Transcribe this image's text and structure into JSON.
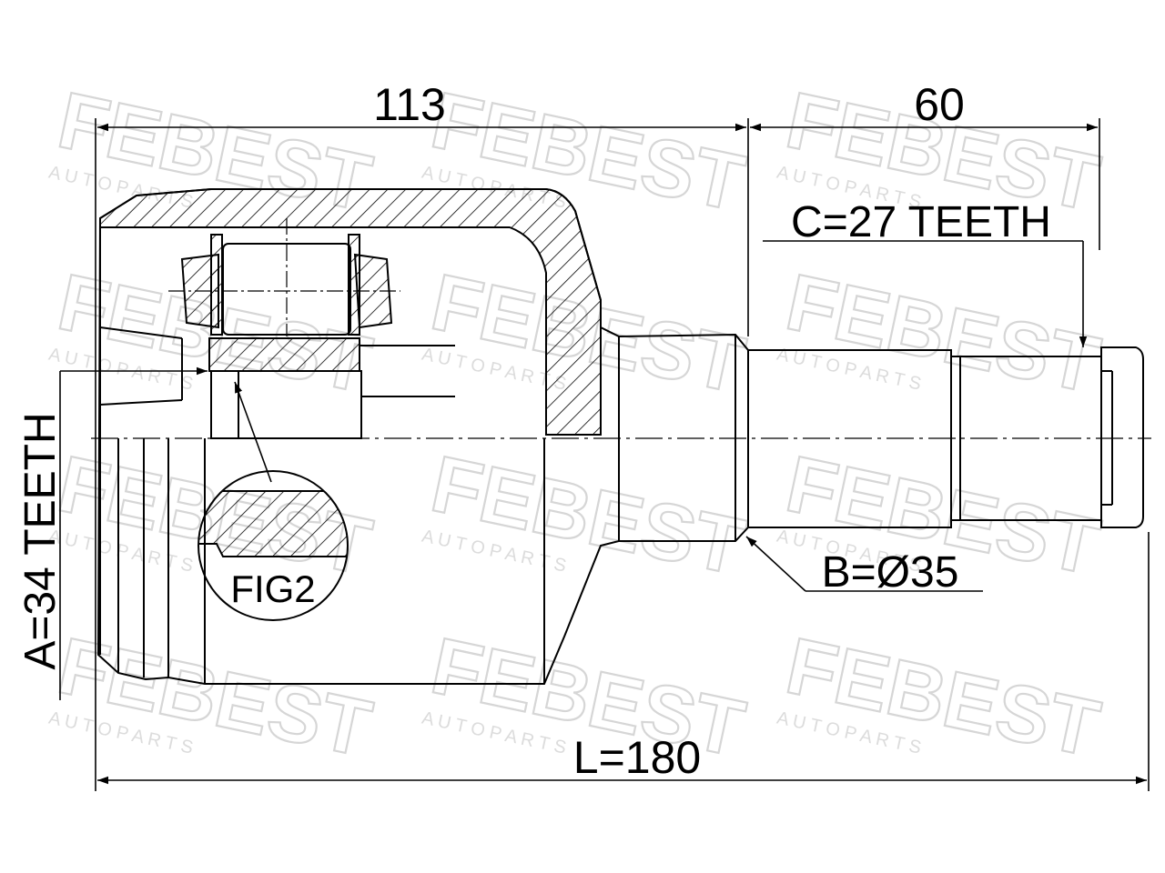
{
  "watermark": {
    "brand": "FEBEST",
    "sub": "A U T O   P A R T S"
  },
  "dimensions": {
    "housing_length": "113",
    "spline_length": "60",
    "total_length": "L=180",
    "outer_teeth": "C=27 TEETH",
    "inner_teeth": "A=34 TEETH",
    "shaft_diameter": "B=Ø35"
  },
  "figure_label": "FIG2",
  "colors": {
    "line": "#000000",
    "watermark": "#d6d6d6",
    "background": "#ffffff"
  }
}
